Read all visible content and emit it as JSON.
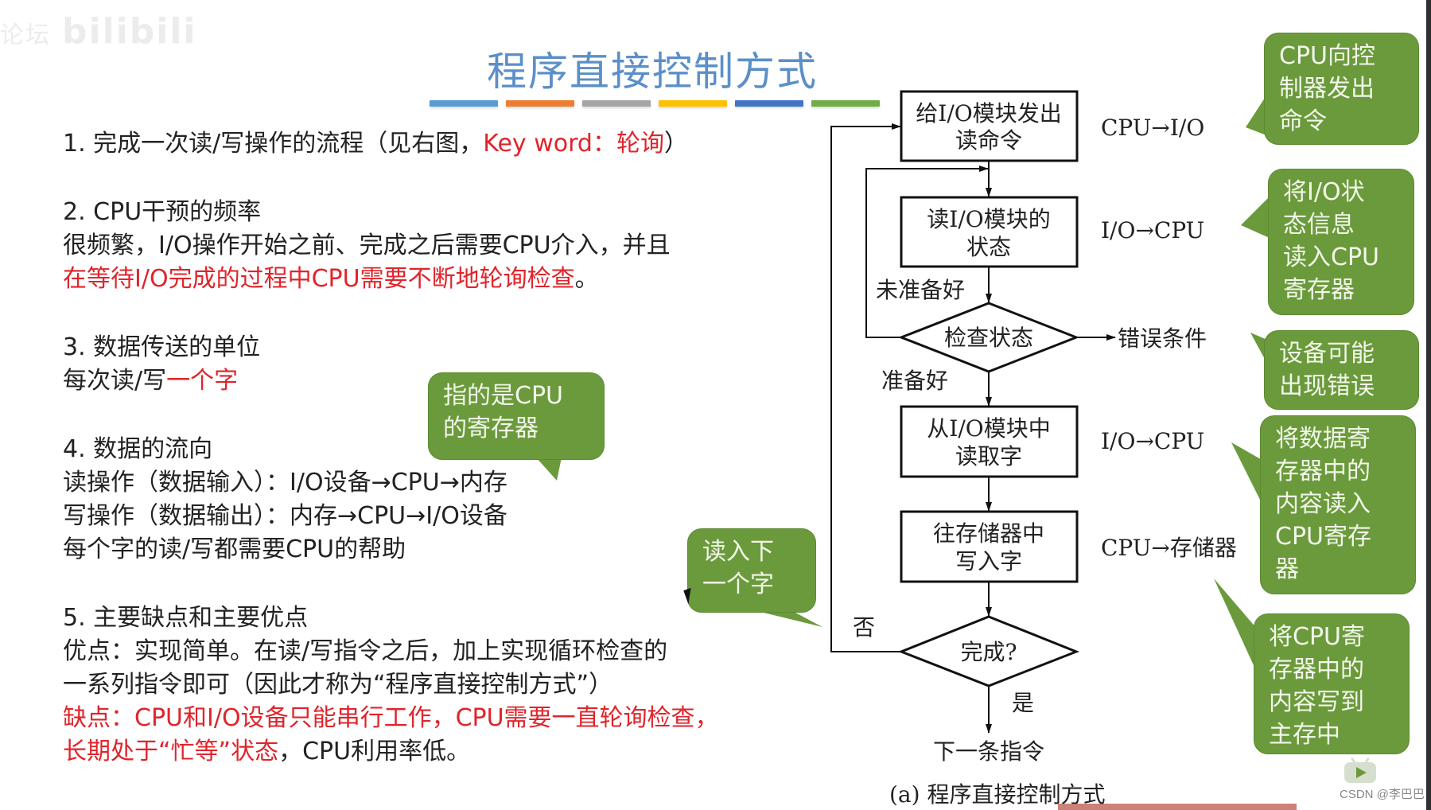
{
  "watermark": {
    "forum": "论坛",
    "brand": "bilibili"
  },
  "title": "程序直接控制方式",
  "title_bar_colors": [
    "#5b9bd5",
    "#ed7d31",
    "#a5a5a5",
    "#ffc000",
    "#4472c4",
    "#70ad47"
  ],
  "sections": {
    "s1": {
      "prefix": "1. 完成一次读/写操作的流程（见右图，",
      "keyword": "Key word：轮询",
      "suffix": "）"
    },
    "s2": {
      "heading": "2. CPU干预的频率",
      "line1": "很频繁，I/O操作开始之前、完成之后需要CPU介入，并且",
      "line2_red": "在等待I/O完成的过程中CPU需要不断地轮询检查",
      "line2_end": "。"
    },
    "s3": {
      "heading": "3. 数据传送的单位",
      "line_prefix": "每次读/写",
      "line_red": "一个字"
    },
    "s4": {
      "heading": "4. 数据的流向",
      "read": "读操作（数据输入）：I/O设备→CPU→内存",
      "write": "写操作（数据输出）：内存→CPU→I/O设备",
      "note": "每个字的读/写都需要CPU的帮助"
    },
    "s5": {
      "heading": "5. 主要缺点和主要优点",
      "pro1": "优点：实现简单。在读/写指令之后，加上实现循环检查的",
      "pro2": "一系列指令即可（因此才称为“程序直接控制方式”）",
      "con1": "缺点：CPU和I/O设备只能串行工作，CPU需要一直轮询检查，",
      "con2_red": "长期处于“忙等”状态",
      "con2_end": "，CPU利用率低。"
    }
  },
  "callouts": {
    "cpu_register": [
      "指的是CPU",
      "的寄存器"
    ],
    "read_next": [
      "读入下",
      "一个字"
    ],
    "cpu_cmd": [
      "CPU向控",
      "制器发出",
      "命令"
    ],
    "io_status": [
      "将I/O状",
      "态信息",
      "读入CPU",
      "寄存器"
    ],
    "device_error": [
      "设备可能",
      "出现错误"
    ],
    "data_reg": [
      "将数据寄",
      "存器中的",
      "内容读入",
      "CPU寄存",
      "器"
    ],
    "write_mem": [
      "将CPU寄",
      "存器中的",
      "内容写到",
      "主存中"
    ]
  },
  "flowchart": {
    "box1": [
      "给I/O模块发出",
      "读命令"
    ],
    "box2": [
      "读I/O模块的",
      "状态"
    ],
    "diamond1": "检查状态",
    "box3": [
      "从I/O模块中",
      "读取字"
    ],
    "box4": [
      "往存储器中",
      "写入字"
    ],
    "diamond2": "完成?",
    "not_ready": "未准备好",
    "ready": "准备好",
    "error": "错误条件",
    "no": "否",
    "yes": "是",
    "next": "下一条指令",
    "label1": "CPU→I/O",
    "label2": "I/O→CPU",
    "label3": "I/O→CPU",
    "label4": "CPU→存储器",
    "caption": "(a) 程序直接控制方式"
  },
  "footer": {
    "csdn": "CSDN @李巴巴"
  },
  "colors": {
    "title": "#5b8fc7",
    "red": "#e0242b",
    "callout": "#6b9a3c"
  }
}
